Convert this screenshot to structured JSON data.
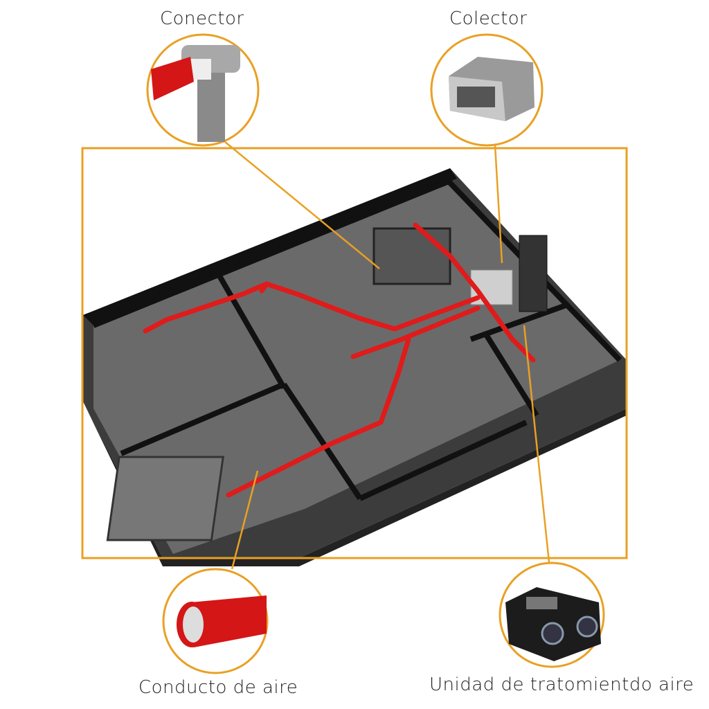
{
  "labels": {
    "connector": "Conector",
    "collector": "Colector",
    "air_duct": "Conducto de aire",
    "air_unit": "Unidad de tratomientdo aire"
  },
  "colors": {
    "accent": "#e9a023",
    "duct": "#e01b1b",
    "wall": "#1a1a1a",
    "floor": "#5a5a5a"
  }
}
